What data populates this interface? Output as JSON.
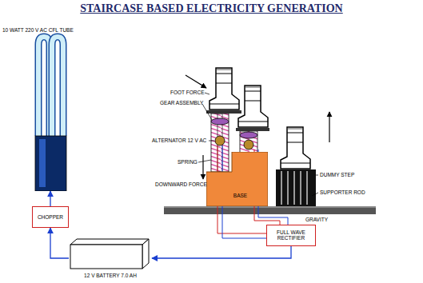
{
  "diagram": {
    "title": "STAIRCASE BASED ELECTRICITY GENERATION",
    "nodes": [
      {
        "text": [
          "10 WATT 220 V AC CFL TUBE"
        ]
      },
      {
        "text": [
          "BASE"
        ]
      },
      {
        "text": [
          "CHOPPER"
        ]
      },
      {
        "text": [
          "FULL WAVE RECTIFIER"
        ]
      },
      {
        "text": [
          "12 V BATTERY 7.0 AH"
        ]
      }
    ],
    "edges": [
      {
        "from": 4,
        "to": 2,
        "arrow": "to"
      },
      {
        "from": 2,
        "to": 0,
        "arrow": "to"
      },
      {
        "from": 3,
        "to": 4,
        "arrow": "to"
      }
    ],
    "labels": [
      "FOOT FORCE",
      "GEAR ASSEMBLY",
      "ALTERNATOR 12 V AC",
      "SPRING",
      "DOWNWARD FORCE",
      "DUMMY STEP",
      "SUPPORTER ROD",
      "GRAVITY"
    ]
  }
}
